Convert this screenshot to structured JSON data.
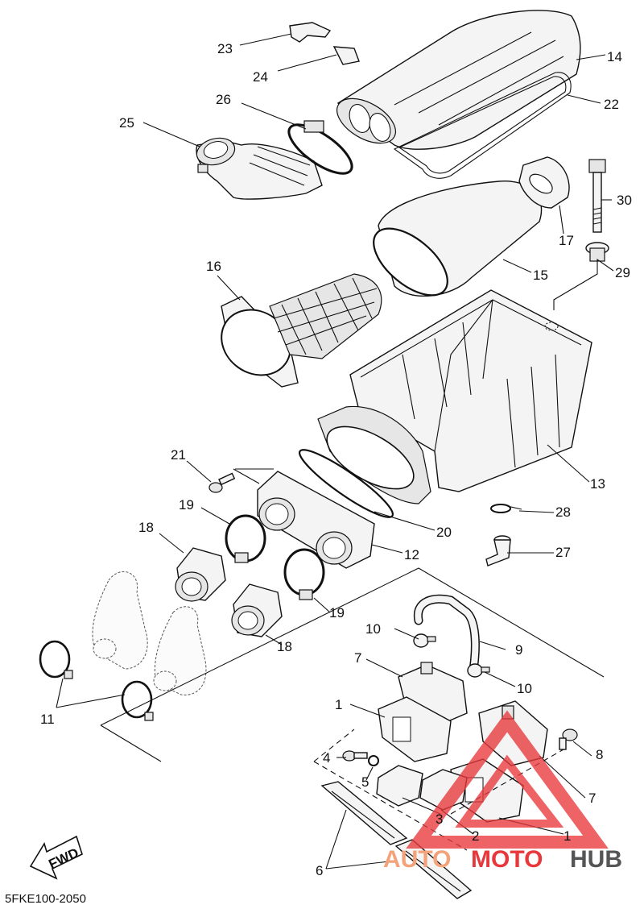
{
  "diagram_code": "5FKE100-2050",
  "fwd_label": "FWD",
  "watermark": {
    "part1": "AUTO",
    "part2": "MOTO",
    "part3": "HUB",
    "color_auto": "#f3a27a",
    "color_moto": "#e8383c",
    "color_hub": "#555555"
  },
  "labels": {
    "p1a": "1",
    "p1b": "1",
    "p2": "2",
    "p3": "3",
    "p4": "4",
    "p5": "5",
    "p6": "6",
    "p7a": "7",
    "p7b": "7",
    "p8": "8",
    "p9": "9",
    "p10a": "10",
    "p10b": "10",
    "p11": "11",
    "p12": "12",
    "p13": "13",
    "p14": "14",
    "p15": "15",
    "p16": "16",
    "p17": "17",
    "p18a": "18",
    "p18b": "18",
    "p19a": "19",
    "p19b": "19",
    "p20": "20",
    "p21": "21",
    "p22": "22",
    "p23": "23",
    "p24": "24",
    "p25": "25",
    "p26": "26",
    "p27": "27",
    "p28": "28",
    "p29": "29",
    "p30": "30"
  }
}
